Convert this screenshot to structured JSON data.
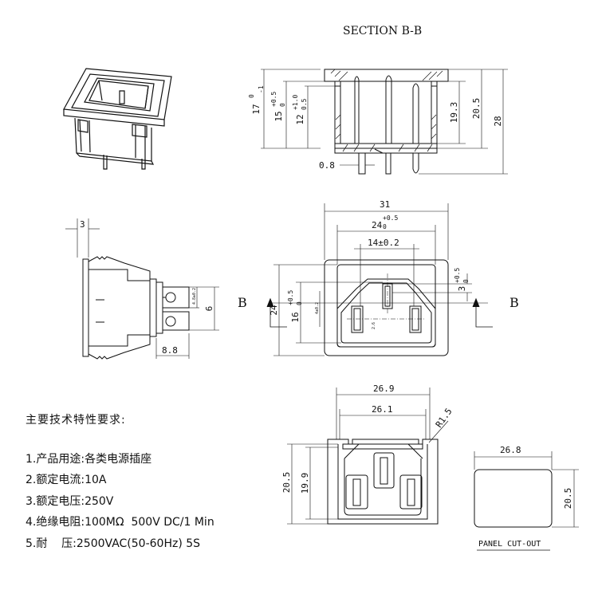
{
  "section_title": "SECTION B-B",
  "section_marker": "B",
  "dims": {
    "sec_17": "17",
    "sec_17_tol_up": "0",
    "sec_17_tol_dn": "-1",
    "sec_15": "15",
    "sec_15_tol_up": "+0.5",
    "sec_15_tol_dn": "0",
    "sec_12": "12",
    "sec_12_tol_up": "+1.0",
    "sec_12_tol_dn": "0.5",
    "sec_19_3": "19.3",
    "sec_20_5": "20.5",
    "sec_28": "28",
    "sec_0_8": "0.8",
    "side_3": "3",
    "side_6": "6",
    "side_8_8": "8.8",
    "side_pin_small": "4.8±0.2",
    "front_31": "31",
    "front_24": "24",
    "front_24_tol_up": "+0.5",
    "front_24_tol_dn": "0",
    "front_14": "14±0.2",
    "front_24v": "24",
    "front_16": "16",
    "front_16_tol_up": "+0.5",
    "front_16_tol_dn": "0",
    "front_3": "3",
    "front_3_tol_up": "+0.5",
    "front_3_tol_dn": "0",
    "front_small_a": "4±0.2",
    "front_small_b": "2.6",
    "bot_26_9": "26.9",
    "bot_26_1": "26.1",
    "bot_r1_5": "R1.5",
    "bot_20_5": "20.5",
    "bot_19_9": "19.9",
    "cut_26_8": "26.8",
    "cut_20_5": "20.5"
  },
  "panel_cutout_label": "PANEL CUT-OUT",
  "specs": {
    "heading": "主要技术特性要求:",
    "items": [
      {
        "num": "1.",
        "label": "产品用途:",
        "value": "各类电源插座"
      },
      {
        "num": "2.",
        "label": "额定电流:",
        "value": "10A"
      },
      {
        "num": "3.",
        "label": "额定电压:",
        "value": "250V"
      },
      {
        "num": "4.",
        "label": "绝缘电阻:",
        "value": "100MΩ  500V DC/1 Min"
      },
      {
        "num": "5.",
        "label": "耐    压:",
        "value": "2500VAC(50-60Hz) 5S"
      }
    ]
  }
}
